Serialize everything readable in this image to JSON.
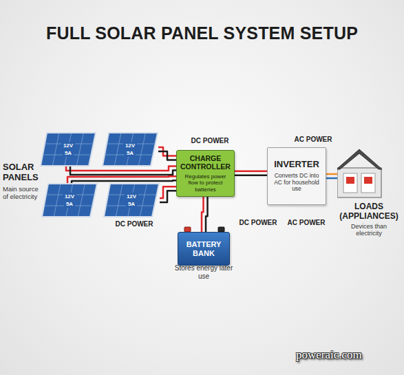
{
  "diagram": {
    "title": "FULL SOLAR PANEL SYSTEM SETUP",
    "nodes": [
      {
        "text": [
          "12V",
          "5A"
        ]
      },
      {
        "text": [
          "12V",
          "5A"
        ]
      },
      {
        "text": [
          "12V",
          "5A"
        ]
      },
      {
        "text": [
          "12V",
          "5A"
        ]
      },
      {
        "text": [
          "CHARGE CONTROLLER",
          "Regulates power flow to protect batteries"
        ]
      },
      {
        "text": [
          "BATTERY BANK"
        ]
      },
      {
        "text": [
          "INVERTER",
          "Converts DC into AC for household use"
        ]
      },
      {
        "text": [
          "LOADS (APPLIANCES)",
          "Devices than electricity"
        ]
      }
    ],
    "edges": [
      {
        "from": 0,
        "to": 4,
        "arrow": "none"
      },
      {
        "from": 1,
        "to": 4,
        "arrow": "none"
      },
      {
        "from": 2,
        "to": 4,
        "arrow": "none"
      },
      {
        "from": 3,
        "to": 4,
        "arrow": "none"
      },
      {
        "from": 4,
        "to": 5,
        "arrow": "none"
      },
      {
        "from": 4,
        "to": 6,
        "arrow": "none"
      },
      {
        "from": 6,
        "to": 7,
        "arrow": "none"
      }
    ],
    "labels": [
      "SOLAR PANELS",
      "Main source of electricity",
      "DC POWER",
      "AC POWER",
      "DC POWER",
      "DC POWER",
      "Stores energy later use",
      "AC POWER",
      "poweraic.com"
    ]
  }
}
